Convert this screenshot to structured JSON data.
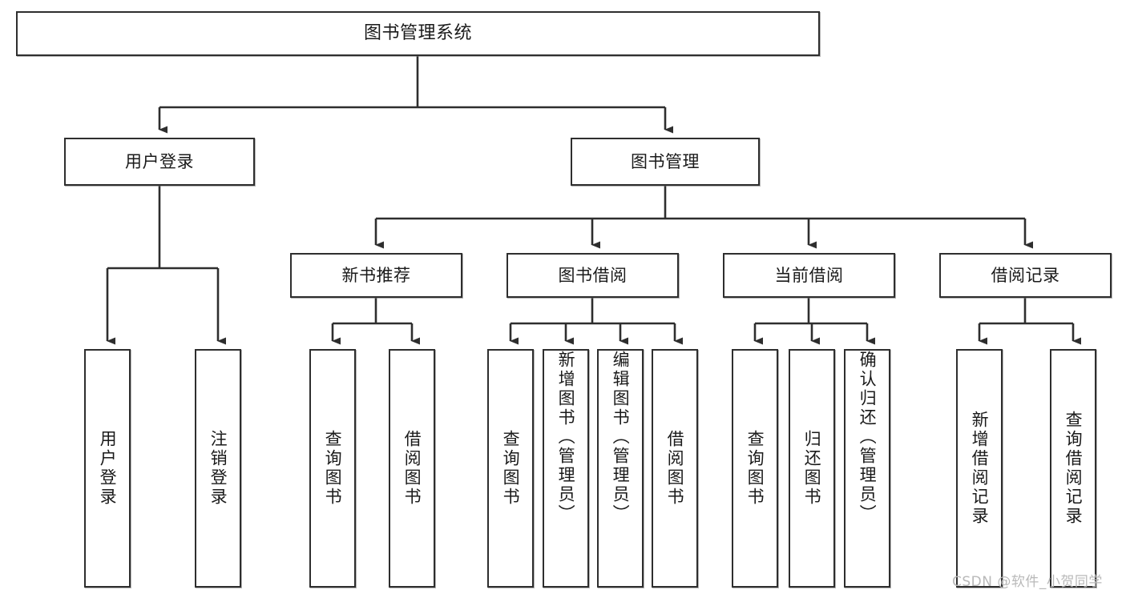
{
  "diagram": {
    "type": "tree",
    "title": "图书管理系统",
    "root": {
      "id": "root",
      "label": "图书管理系统"
    },
    "level2": [
      {
        "id": "user-login",
        "label": "用户登录"
      },
      {
        "id": "book-manage",
        "label": "图书管理"
      }
    ],
    "level3": [
      {
        "id": "new-book-recommend",
        "label": "新书推荐",
        "parent": "book-manage"
      },
      {
        "id": "book-borrow",
        "label": "图书借阅",
        "parent": "book-manage"
      },
      {
        "id": "current-borrow",
        "label": "当前借阅",
        "parent": "book-manage"
      },
      {
        "id": "borrow-record",
        "label": "借阅记录",
        "parent": "book-manage"
      }
    ],
    "leaves": [
      {
        "id": "leaf-user-login",
        "label": "用户登录",
        "parent": "user-login",
        "align": "center"
      },
      {
        "id": "leaf-user-logout",
        "label": "注销登录",
        "parent": "user-login",
        "align": "center"
      },
      {
        "id": "leaf-query-book-1",
        "label": "查询图书",
        "parent": "new-book-recommend",
        "align": "center"
      },
      {
        "id": "leaf-borrow-book-1",
        "label": "借阅图书",
        "parent": "new-book-recommend",
        "align": "center"
      },
      {
        "id": "leaf-query-book-2",
        "label": "查询图书",
        "parent": "book-borrow",
        "align": "center"
      },
      {
        "id": "leaf-add-book",
        "label": "新增图书（管理员）",
        "parent": "book-borrow",
        "align": "top"
      },
      {
        "id": "leaf-edit-book",
        "label": "编辑图书（管理员）",
        "parent": "book-borrow",
        "align": "top"
      },
      {
        "id": "leaf-borrow-book-2",
        "label": "借阅图书",
        "parent": "book-borrow",
        "align": "center"
      },
      {
        "id": "leaf-query-book-3",
        "label": "查询图书",
        "parent": "current-borrow",
        "align": "center"
      },
      {
        "id": "leaf-return-book",
        "label": "归还图书",
        "parent": "current-borrow",
        "align": "center"
      },
      {
        "id": "leaf-confirm-return",
        "label": "确认归还（管理员）",
        "parent": "current-borrow",
        "align": "top"
      },
      {
        "id": "leaf-add-record",
        "label": "新增借阅记录",
        "parent": "borrow-record",
        "align": "center"
      },
      {
        "id": "leaf-query-record",
        "label": "查询借阅记录",
        "parent": "borrow-record",
        "align": "center"
      }
    ]
  },
  "watermark": {
    "text": "CSDN @软件_小贺同学"
  },
  "colors": {
    "stroke": "#2e2e2e",
    "fill": "#ffffff",
    "text": "#1a1a1a",
    "watermark": "#b9b9b9"
  }
}
